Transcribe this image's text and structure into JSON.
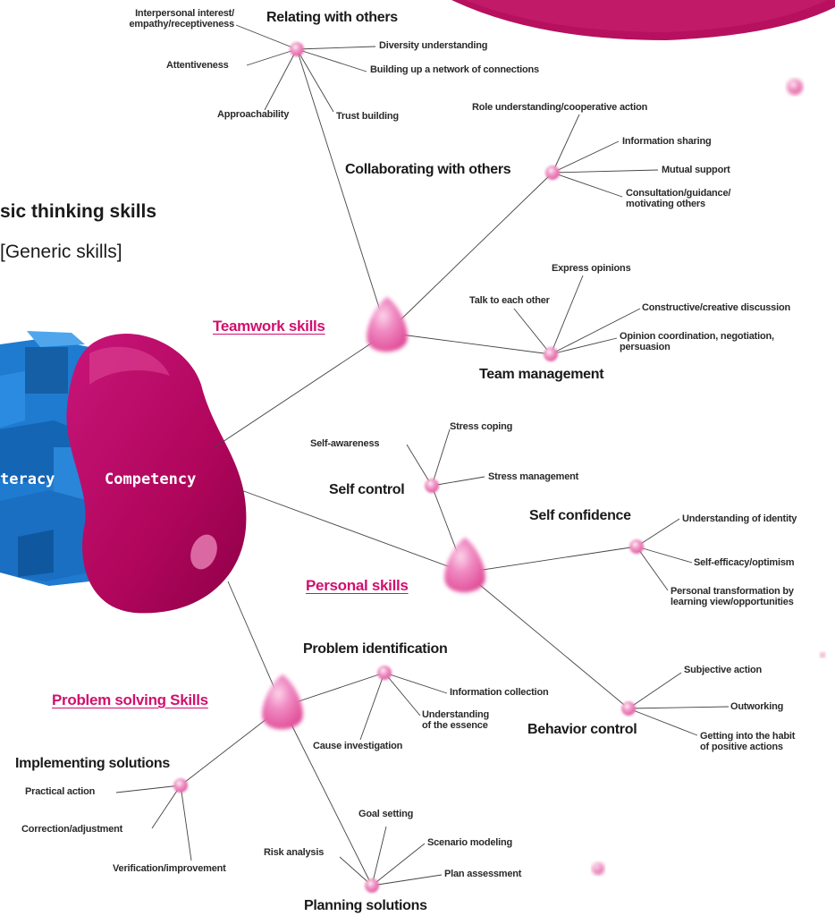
{
  "heading": {
    "line1": "sic thinking skills",
    "line2": "[Generic skills]"
  },
  "blocks": {
    "literacy": "teracy",
    "competency": "Competency"
  },
  "colors": {
    "pink": "#d1106e",
    "node": "#e879b5",
    "blue": "#1b79c9",
    "magenta": "#b5075f"
  },
  "skills": {
    "teamwork": "Teamwork skills",
    "personal": "Personal skills",
    "problem": "Problem solving Skills"
  },
  "relating": {
    "title": "Relating with others",
    "items": [
      "Interpersonal interest/\nempathy/receptiveness",
      "Diversity understanding",
      "Attentiveness",
      "Building up a network of connections",
      "Approachability",
      "Trust building"
    ]
  },
  "collab": {
    "title": "Collaborating with others",
    "items": [
      "Role understanding/cooperative action",
      "Information sharing",
      "Mutual support",
      "Consultation/guidance/\nmotivating others"
    ]
  },
  "team": {
    "title": "Team management",
    "items": [
      "Express opinions",
      "Talk to each other",
      "Constructive/creative discussion",
      "Opinion coordination, negotiation,\npersuasion"
    ]
  },
  "selfcontrol": {
    "title": "Self control",
    "items": [
      "Stress coping",
      "Self-awareness",
      "Stress management"
    ]
  },
  "selfconf": {
    "title": "Self confidence",
    "items": [
      "Understanding of identity",
      "Self-efficacy/optimism",
      "Personal transformation by\nlearning view/opportunities"
    ]
  },
  "behavior": {
    "title": "Behavior control",
    "items": [
      "Subjective action",
      "Outworking",
      "Getting into the habit\nof positive actions"
    ]
  },
  "probid": {
    "title": "Problem identification",
    "items": [
      "Information collection",
      "Understanding\nof the essence",
      "Cause investigation"
    ]
  },
  "implement": {
    "title": "Implementing solutions",
    "items": [
      "Practical action",
      "Correction/adjustment",
      "Verification/improvement"
    ]
  },
  "planning": {
    "title": "Planning solutions",
    "items": [
      "Goal setting",
      "Scenario modeling",
      "Risk analysis",
      "Plan assessment"
    ]
  }
}
